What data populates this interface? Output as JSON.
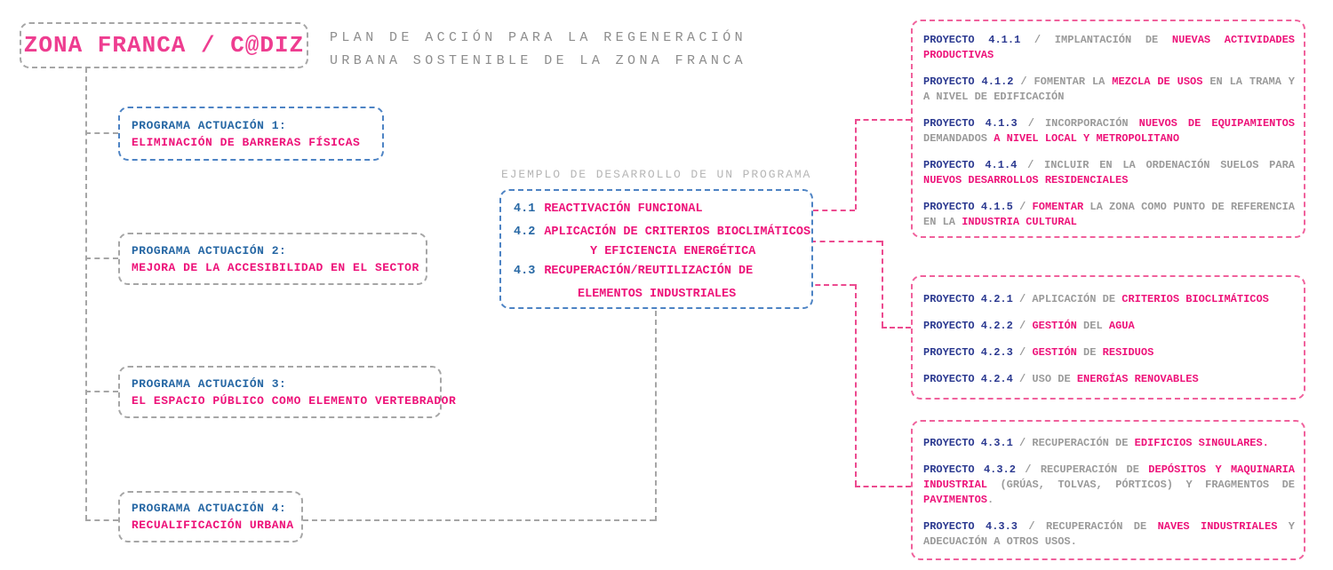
{
  "colors": {
    "pink": "#ed1279",
    "pink_border": "#f0619c",
    "navy": "#2b3990",
    "steel_blue": "#2667a4",
    "blue_border": "#4d83c4",
    "gray_text": "#9a9a9a",
    "gray_border": "#a6a6a6",
    "heading_gray": "#8d8d8d",
    "label_gray": "#b6b6b6"
  },
  "title": "ZONA FRANCA / C@DIZ",
  "heading": {
    "line1": "PLAN DE ACCIÓN PARA LA REGENERACIÓN",
    "line2": "URBANA SOSTENIBLE DE LA ZONA FRANCA"
  },
  "programs": [
    {
      "title": "PROGRAMA ACTUACIÓN 1:",
      "subtitle": "ELIMINACIÓN DE BARRERAS FÍSICAS"
    },
    {
      "title": "PROGRAMA ACTUACIÓN 2:",
      "subtitle": "MEJORA DE LA ACCESIBILIDAD EN EL SECTOR"
    },
    {
      "title": "PROGRAMA ACTUACIÓN 3:",
      "subtitle": "EL ESPACIO PÚBLICO COMO ELEMENTO VERTEBRADOR"
    },
    {
      "title": "PROGRAMA ACTUACIÓN 4:",
      "subtitle": "RECUALIFICACIÓN URBANA"
    }
  ],
  "example": {
    "label": "EJEMPLO DE DESARROLLO DE UN PROGRAMA",
    "items": [
      {
        "num": "4.1",
        "lines": [
          "REACTIVACIÓN FUNCIONAL",
          ""
        ]
      },
      {
        "num": "4.2",
        "lines": [
          "APLICACIÓN DE CRITERIOS BIOCLIMÁTICOS",
          "Y EFICIENCIA ENERGÉTICA"
        ]
      },
      {
        "num": "4.3",
        "lines": [
          "RECUPERACIÓN/REUTILIZACIÓN DE",
          "ELEMENTOS INDUSTRIALES"
        ]
      }
    ]
  },
  "project_groups": [
    {
      "id": "4.1",
      "projects": [
        {
          "label": "PROYECTO 4.1.1",
          "segments": [
            {
              "text": " / IMPLANTACIÓN DE ",
              "color": "gray"
            },
            {
              "text": "NUEVAS ACTIVIDADES PRODUCTIVAS",
              "color": "pink"
            }
          ]
        },
        {
          "label": "PROYECTO 4.1.2",
          "segments": [
            {
              "text": " / FOMENTAR LA ",
              "color": "gray"
            },
            {
              "text": "MEZCLA DE USOS",
              "color": "pink"
            },
            {
              "text": " EN LA TRAMA Y A NIVEL DE EDIFICACIÓN",
              "color": "gray"
            }
          ]
        },
        {
          "label": "PROYECTO 4.1.3",
          "segments": [
            {
              "text": " / INCORPORACIÓN ",
              "color": "gray"
            },
            {
              "text": "NUEVOS DE EQUIPAMIENTOS",
              "color": "pink"
            },
            {
              "text": " DEMANDADOS ",
              "color": "gray"
            },
            {
              "text": "A NIVEL LOCAL Y METROPOLITANO",
              "color": "pink"
            }
          ]
        },
        {
          "label": "PROYECTO 4.1.4",
          "segments": [
            {
              "text": " / INCLUIR EN LA ORDENACIÓN SUELOS PARA ",
              "color": "gray"
            },
            {
              "text": "NUEVOS DESARROLLOS RESIDENCIALES",
              "color": "pink"
            }
          ]
        },
        {
          "label": "PROYECTO 4.1.5",
          "segments": [
            {
              "text": " / ",
              "color": "gray"
            },
            {
              "text": "FOMENTAR",
              "color": "pink"
            },
            {
              "text": " LA ZONA COMO PUNTO DE REFERENCIA EN LA ",
              "color": "gray"
            },
            {
              "text": "INDUSTRIA CULTURAL",
              "color": "pink"
            }
          ]
        }
      ]
    },
    {
      "id": "4.2",
      "projects": [
        {
          "label": "PROYECTO 4.2.1",
          "segments": [
            {
              "text": " / APLICACIÓN DE ",
              "color": "gray"
            },
            {
              "text": "CRITERIOS BIOCLIMÁTICOS",
              "color": "pink"
            }
          ]
        },
        {
          "label": "PROYECTO 4.2.2",
          "segments": [
            {
              "text": " / ",
              "color": "gray"
            },
            {
              "text": "GESTIÓN",
              "color": "pink"
            },
            {
              "text": " DEL ",
              "color": "gray"
            },
            {
              "text": "AGUA",
              "color": "pink"
            }
          ]
        },
        {
          "label": "PROYECTO 4.2.3",
          "segments": [
            {
              "text": " / ",
              "color": "gray"
            },
            {
              "text": "GESTIÓN",
              "color": "pink"
            },
            {
              "text": " DE ",
              "color": "gray"
            },
            {
              "text": "RESIDUOS",
              "color": "pink"
            }
          ]
        },
        {
          "label": "PROYECTO 4.2.4",
          "segments": [
            {
              "text": " / USO DE ",
              "color": "gray"
            },
            {
              "text": "ENERGÍAS RENOVABLES",
              "color": "pink"
            }
          ]
        }
      ]
    },
    {
      "id": "4.3",
      "projects": [
        {
          "label": "PROYECTO 4.3.1",
          "segments": [
            {
              "text": " / RECUPERACIÓN DE ",
              "color": "gray"
            },
            {
              "text": "EDIFICIOS SINGULARES.",
              "color": "pink"
            }
          ]
        },
        {
          "label": "PROYECTO 4.3.2",
          "segments": [
            {
              "text": " / RECUPERACIÓN DE ",
              "color": "gray"
            },
            {
              "text": "DEPÓSITOS Y MAQUINARIA INDUSTRIAL",
              "color": "pink"
            },
            {
              "text": " (GRÚAS, TOLVAS, PÓRTICOS) Y FRAGMENTOS DE ",
              "color": "gray"
            },
            {
              "text": "PAVIMENTOS",
              "color": "pink"
            },
            {
              "text": ".",
              "color": "gray"
            }
          ]
        },
        {
          "label": "PROYECTO 4.3.3",
          "segments": [
            {
              "text": " / RECUPERACIÓN DE  ",
              "color": "gray"
            },
            {
              "text": "NAVES INDUSTRIALES",
              "color": "pink"
            },
            {
              "text": " Y ADECUACIÓN A OTROS USOS.",
              "color": "gray"
            }
          ]
        }
      ]
    }
  ]
}
